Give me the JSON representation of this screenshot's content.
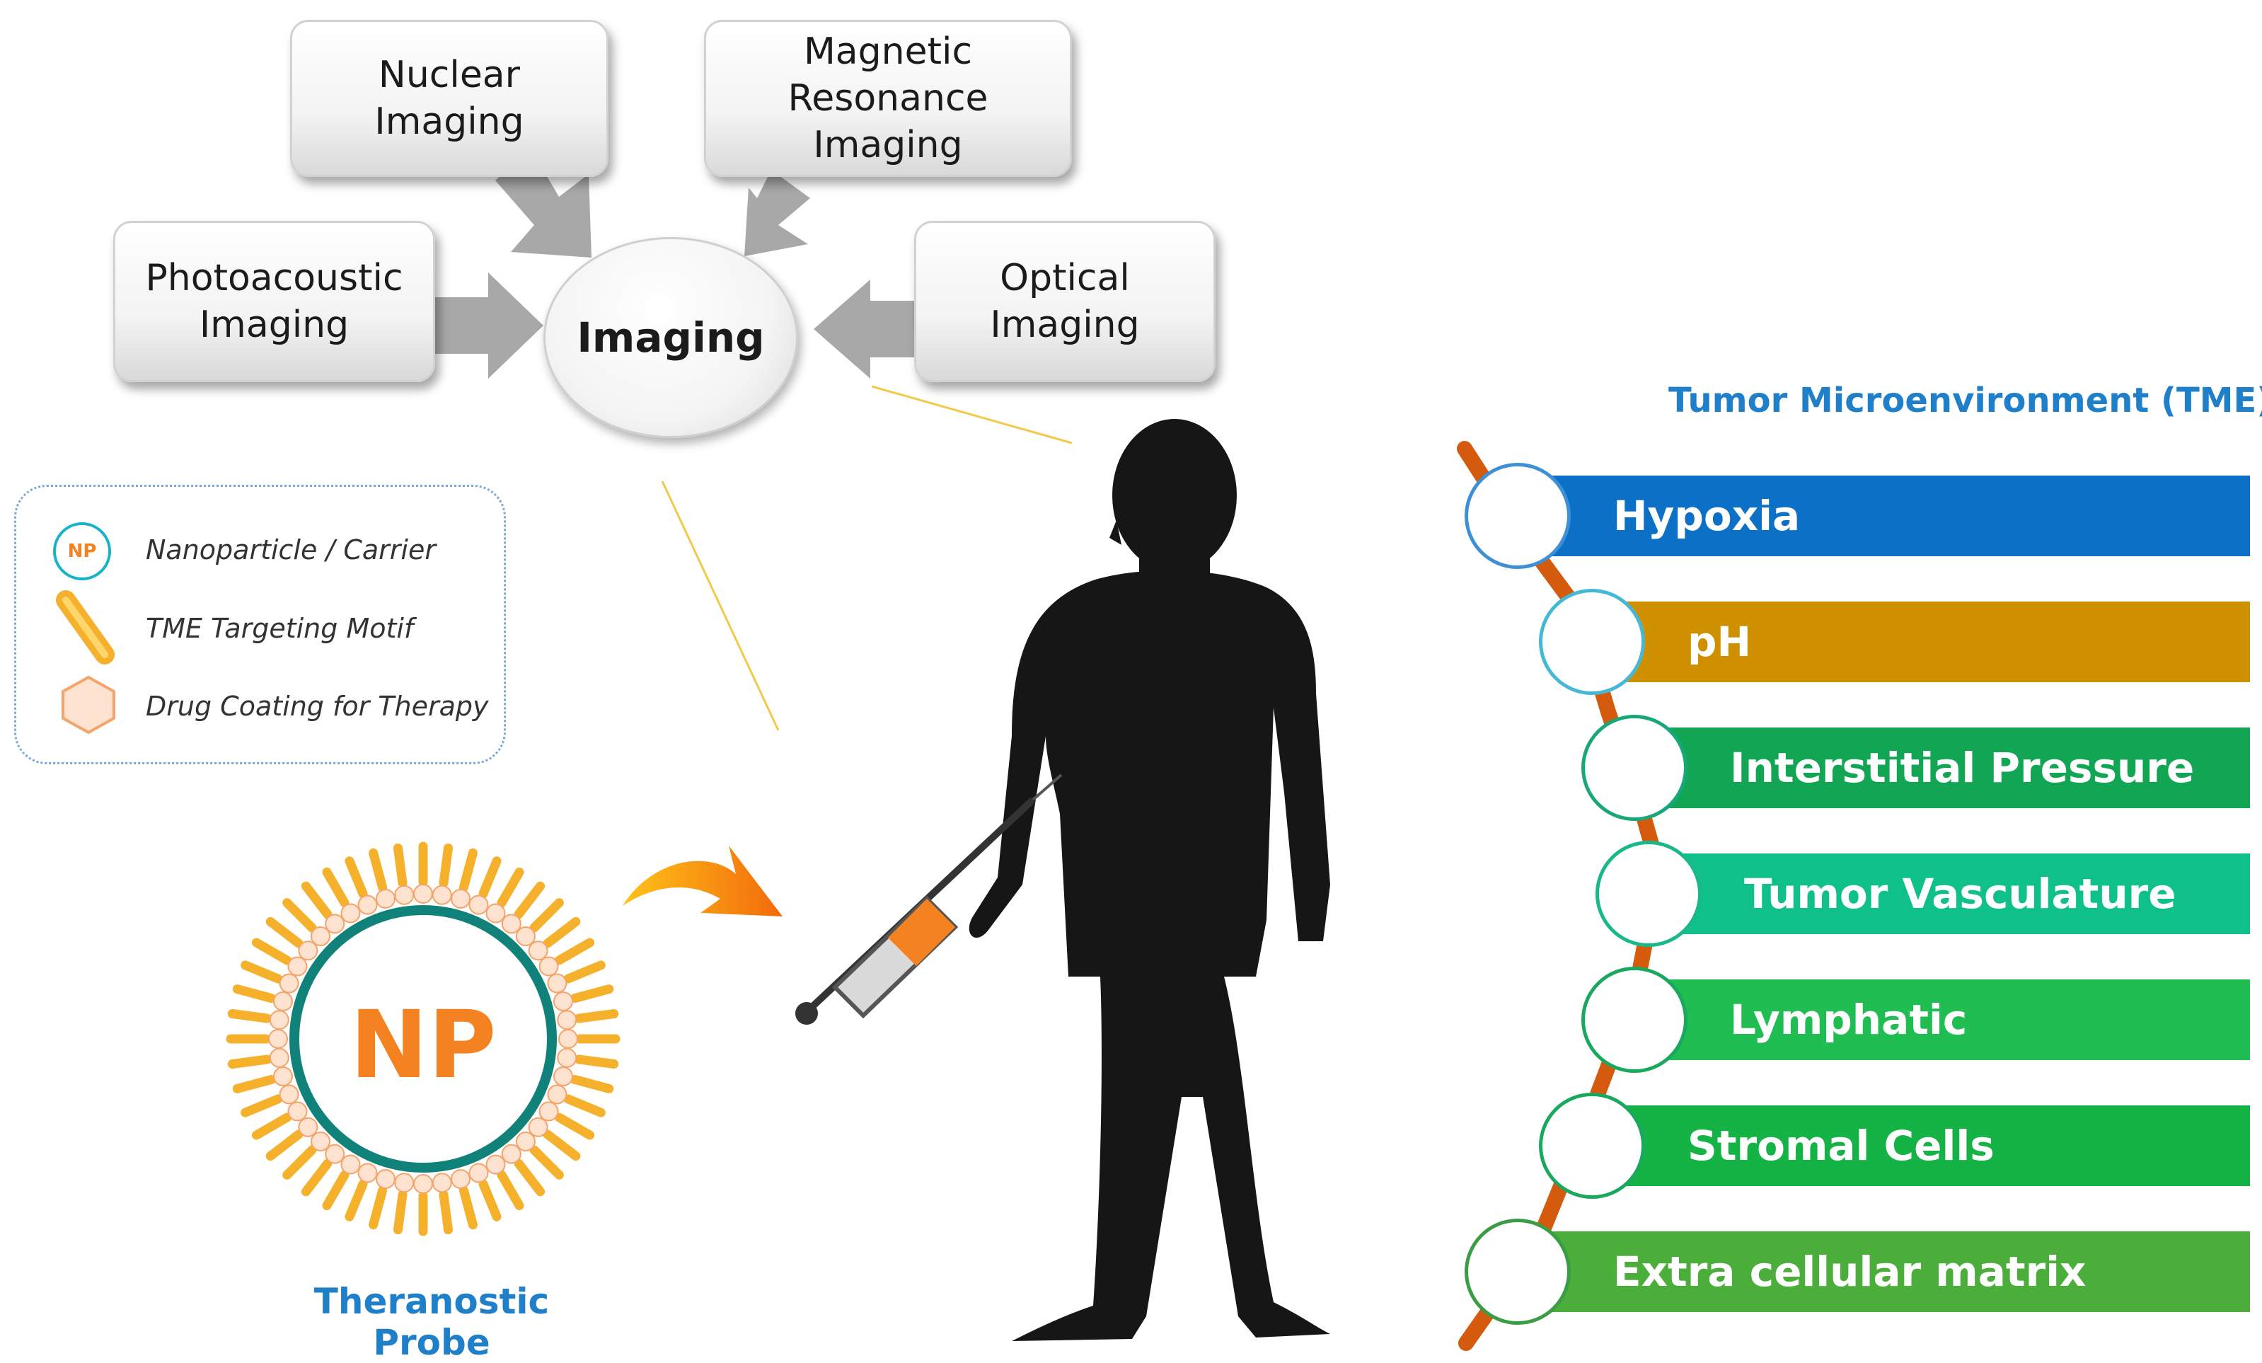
{
  "imaging": {
    "center_label": "Imaging",
    "modalities": [
      {
        "label": "Nuclear Imaging"
      },
      {
        "label": "Magnetic\nResonance Imaging"
      },
      {
        "label": "Photoacoustic\nImaging"
      },
      {
        "label": "Optical Imaging"
      }
    ]
  },
  "legend": {
    "items": [
      {
        "icon_text": "NP",
        "label": "Nanoparticle / Carrier"
      },
      {
        "label": "TME Targeting Motif"
      },
      {
        "label": "Drug Coating for Therapy"
      }
    ]
  },
  "probe": {
    "core_label": "NP",
    "caption": "Theranostic Probe"
  },
  "tme": {
    "title": "Tumor Microenvironment (TME)",
    "items": [
      {
        "label": "Hypoxia",
        "color": "#0b70c6",
        "ring": "#3d8fd6"
      },
      {
        "label": "pH",
        "color": "#cf9000",
        "ring": "#45b8d6"
      },
      {
        "label": "Interstitial Pressure",
        "color": "#12a654",
        "ring": "#18a77a"
      },
      {
        "label": "Tumor Vasculature",
        "color": "#10c08a",
        "ring": "#18b88a"
      },
      {
        "label": "Lymphatic",
        "color": "#1fbd52",
        "ring": "#1aa85e"
      },
      {
        "label": "Stromal Cells",
        "color": "#15b245",
        "ring": "#1aa85e"
      },
      {
        "label": "Extra cellular matrix",
        "color": "#4cae3a",
        "ring": "#3a9d46"
      }
    ]
  },
  "colors": {
    "accent_orange": "#f58220",
    "teal_ring": "#11827a",
    "caption_blue": "#1f7fc8",
    "spine": "#d45a0e"
  }
}
